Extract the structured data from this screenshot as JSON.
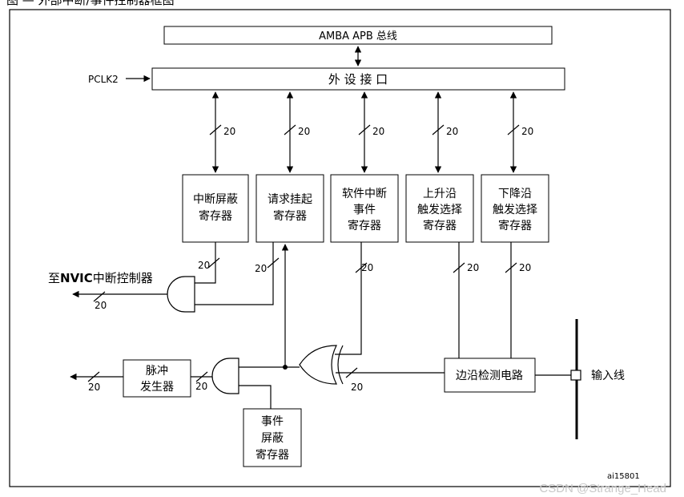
{
  "caption_top": "图 — 外部中断/事件控制器框图",
  "bus": {
    "label": "AMBA APB 总线"
  },
  "interface": {
    "label": "外 设 接 口"
  },
  "clock": {
    "label": "PCLK2"
  },
  "registers": [
    {
      "id": "interrupt-mask",
      "lines": [
        "中断屏蔽",
        "寄存器"
      ]
    },
    {
      "id": "pending",
      "lines": [
        "请求挂起",
        "寄存器"
      ]
    },
    {
      "id": "software-interrupt-event",
      "lines": [
        "软件中断",
        "事件",
        "寄存器"
      ]
    },
    {
      "id": "rising-trigger",
      "lines": [
        "上升沿",
        "触发选择",
        "寄存器"
      ]
    },
    {
      "id": "falling-trigger",
      "lines": [
        "下降沿",
        "触发选择",
        "寄存器"
      ]
    }
  ],
  "event_mask": {
    "lines": [
      "事件",
      "屏蔽",
      "寄存器"
    ]
  },
  "pulse_generator": {
    "lines": [
      "脉冲",
      "发生器"
    ]
  },
  "edge_detect": {
    "label": "边沿检测电路"
  },
  "input_line": {
    "label": "输入线"
  },
  "nvic": {
    "prefix": "至",
    "bold": "NVIC",
    "suffix": "中断控制器"
  },
  "bus_width": "20",
  "figure_id": "ai15801",
  "watermark": "CSDN @Strange_Head"
}
